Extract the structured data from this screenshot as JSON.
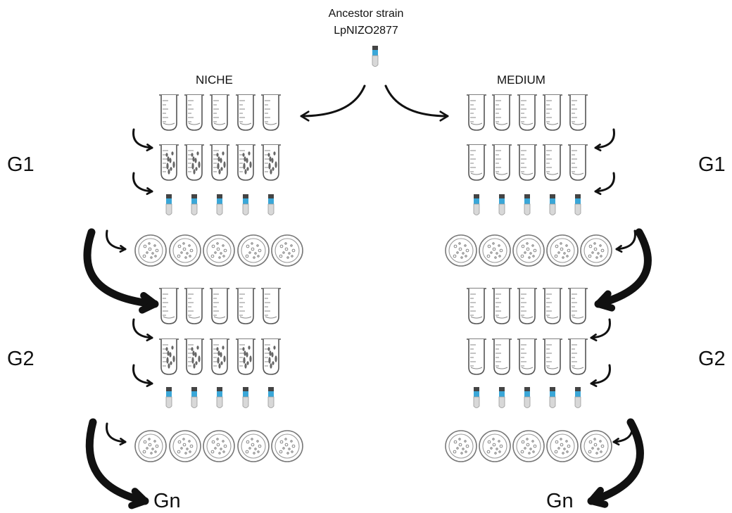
{
  "ancestor": {
    "line1": "Ancestor strain",
    "line2": "LpNIZO2877"
  },
  "left": {
    "header": "NICHE",
    "g1": "G1",
    "g2": "G2",
    "gn": "Gn"
  },
  "right": {
    "header": "MEDIUM",
    "g1": "G1",
    "g2": "G2",
    "gn": "Gn"
  },
  "colors": {
    "ink": "#111111",
    "vial_cap": "#444444",
    "vial_band": "#3aa7d8",
    "tube_stroke": "#555555",
    "dish_stroke": "#777777"
  },
  "icons": [
    "culture-tube-icon",
    "cryo-vial-icon",
    "petri-dish-icon",
    "curved-arrow-icon"
  ]
}
